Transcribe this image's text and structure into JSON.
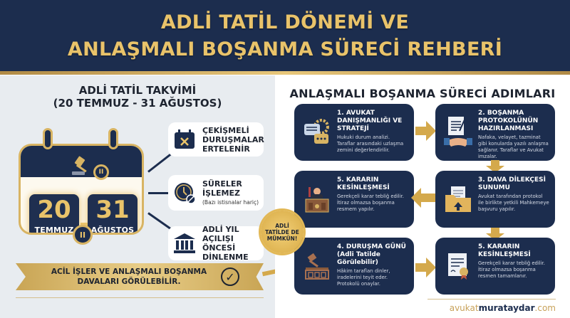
{
  "header": {
    "title_line1": "ADLİ TATİL DÖNEMİ VE",
    "title_line2": "ANLAŞMALI BOŞANMA SÜRECİ REHBERİ"
  },
  "left": {
    "title_line1": "ADLİ TATİL TAKVİMİ",
    "title_line2": "(20 TEMMUZ - 31 AĞUSTOS)",
    "calendar": {
      "start_day": "20",
      "start_month": "TEMMUZ",
      "end_day": "31",
      "end_month": "AĞUSTOS",
      "pause_symbol": "II"
    },
    "info_items": [
      {
        "icon": "calendar-x-icon",
        "line1": "ÇEKİŞMELİ",
        "line2": "DURUŞMALAR",
        "line3": "ERTELENİR"
      },
      {
        "icon": "clock-icon",
        "line1": "SÜRELER",
        "line2": "İŞLEMEZ",
        "sub": "(Bazı istisnalar hariç)"
      },
      {
        "icon": "courthouse-icon",
        "line1": "ADLİ YIL AÇILIŞI",
        "line2": "ÖNCESİ",
        "line3": "DİNLENME"
      }
    ],
    "banner": {
      "line1": "ACİL İŞLER VE ANLAŞMALI BOŞANMA",
      "line2": "DAVALARI GÖRÜLEBİLİR.",
      "check_symbol": "✓"
    }
  },
  "seal": {
    "line1": "ADLİ",
    "line2": "TATİLDE DE",
    "line3": "MÜMKÜN!"
  },
  "right": {
    "title": "ANLAŞMALI BOŞANMA SÜRECİ ADIMLARI",
    "steps": [
      {
        "title": "1. AVUKAT DANIŞMANLIĞI VE STRATEJİ",
        "desc": "Hukuki durum analizi. Taraflar arasındaki uzlaşma zemini değerlendirilir.",
        "icon": "chat-gear-icon"
      },
      {
        "title": "2. BOŞANMA PROTOKOLÜNÜN HAZIRLANMASI",
        "desc": "Nafaka, velayet, tazminat gibi konularda yazılı anlaşma sağlanır. Taraflar ve Avukat imzalar.",
        "icon": "document-handshake-icon"
      },
      {
        "title": "3. DAVA DİLEKÇESİ SUNUMU",
        "desc": "Avukat tarafından protokol ile birlikte yetkili Mahkemeye başvuru yapılır.",
        "icon": "folder-upload-icon"
      },
      {
        "title": "5. KARARIN KESİNLEŞMESİ",
        "desc": "Gerekçeli karar tebliğ edilir. İtiraz olmazsa boşanma resmem yapılır.",
        "icon": "judge-bench-icon"
      },
      {
        "title": "4. DURUŞMA GÜNÜ (Adli Tatilde Görülebilir)",
        "desc": "Hâkim tarafları dinler, iradelerini teyit eder. Protokolü onaylar.",
        "icon": "gavel-bench-icon"
      },
      {
        "title": "5. KARARIN KESİNLEŞMESİ",
        "desc": "Gerekçeli karar tebliğ edilir. İtiraz olmazsa boşanma resmen tamamlanır.",
        "icon": "certificate-icon"
      }
    ]
  },
  "footer": {
    "part1": "avukat",
    "part2": "murataydar",
    "part3": ".com"
  },
  "colors": {
    "navy": "#1c2d4e",
    "gold": "#e9c36a",
    "left_bg": "#e8ecf0"
  }
}
